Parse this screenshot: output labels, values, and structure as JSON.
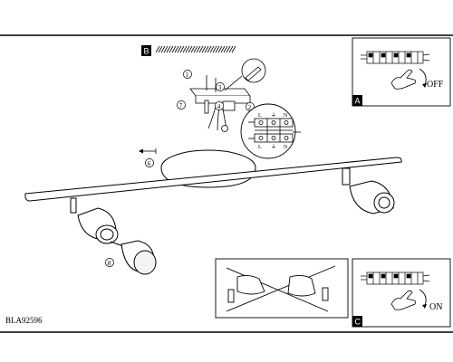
{
  "sheet": {
    "model_code": "BLA92596"
  },
  "panels": {
    "a": {
      "badge": "A",
      "switch_label": "OFF"
    },
    "b": {
      "badge": "B"
    },
    "c": {
      "badge": "C",
      "switch_label": "ON"
    }
  },
  "callouts": {
    "step1": "1",
    "step2": "2",
    "step3": "3",
    "step4": "4",
    "step5": "5",
    "step6": "6",
    "step7": "7",
    "step8": "8"
  },
  "terminal_labels": {
    "top": [
      "L",
      "⏚",
      "N"
    ],
    "bottom": [
      "L",
      "⏚",
      "N"
    ]
  }
}
